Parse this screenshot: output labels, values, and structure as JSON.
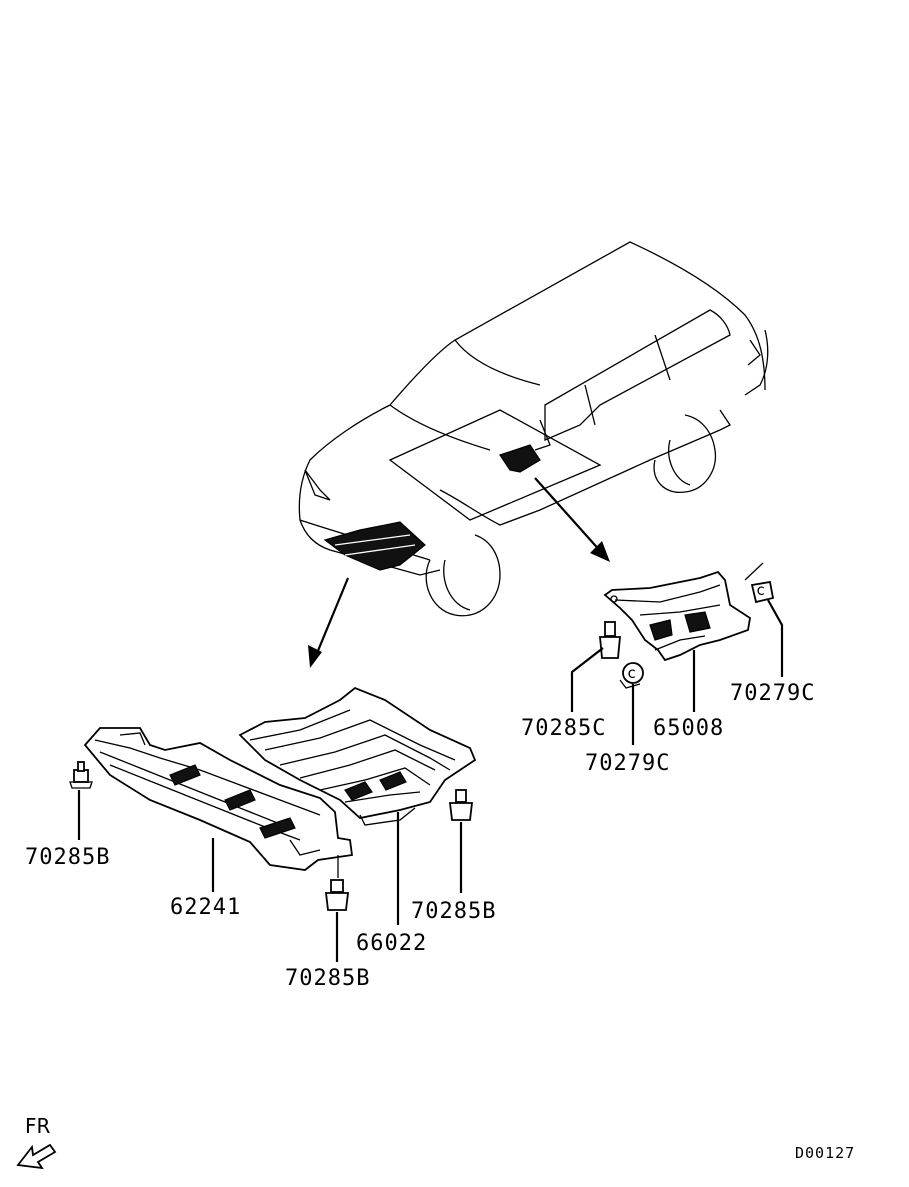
{
  "labels": {
    "p70285B_left": "70285B",
    "p62241": "62241",
    "p70285B_bottom": "70285B",
    "p66022": "66022",
    "p70285B_right": "70285B",
    "p70285C": "70285C",
    "p70279C_center": "70279C",
    "p65008": "65008",
    "p70279C_right": "70279C"
  },
  "direction": "FR",
  "diagram_code": "D00127"
}
